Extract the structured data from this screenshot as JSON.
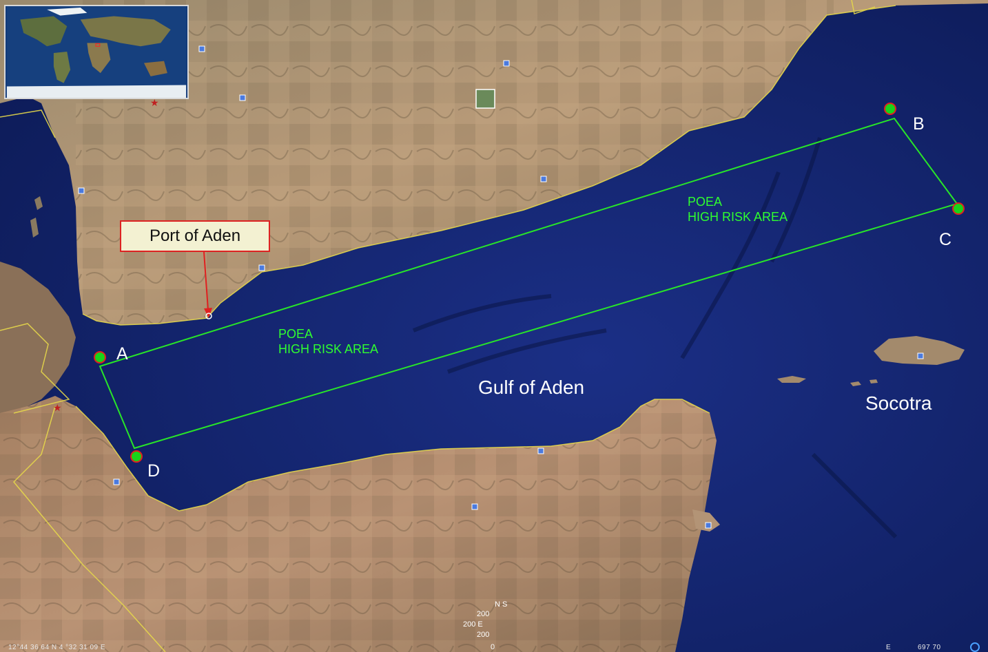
{
  "map": {
    "callout_label": "Port of Aden",
    "gulf_label": "Gulf of Aden",
    "island_label": "Socotra",
    "zone_label_line1": "POEA",
    "zone_label_line2": "HIGH RISK AREA",
    "points": [
      {
        "id": "A",
        "label": "A"
      },
      {
        "id": "B",
        "label": "B"
      },
      {
        "id": "C",
        "label": "C"
      },
      {
        "id": "D",
        "label": "D"
      }
    ],
    "colors": {
      "sea": "#13236b",
      "zone_line": "#28e628",
      "marker_fill": "#19d419",
      "marker_outline": "#e02020",
      "arrow": "#e02020",
      "callout_bg": "#f3f1d2",
      "border_line": "#e6d84a"
    },
    "icons": [
      "placemark-square-icon",
      "star-placemark-icon",
      "photo-thumbnail-icon",
      "compass-icon"
    ]
  },
  "overlay": {
    "scale_n": "N S",
    "scale_200a": "200",
    "scale_200b": "200  E",
    "scale_200c": "200",
    "scale_0": "0"
  },
  "status": {
    "coords": "12°44 36 64  N    4 °32 31 09  E",
    "right_e": "E",
    "right_val": "697 70"
  }
}
